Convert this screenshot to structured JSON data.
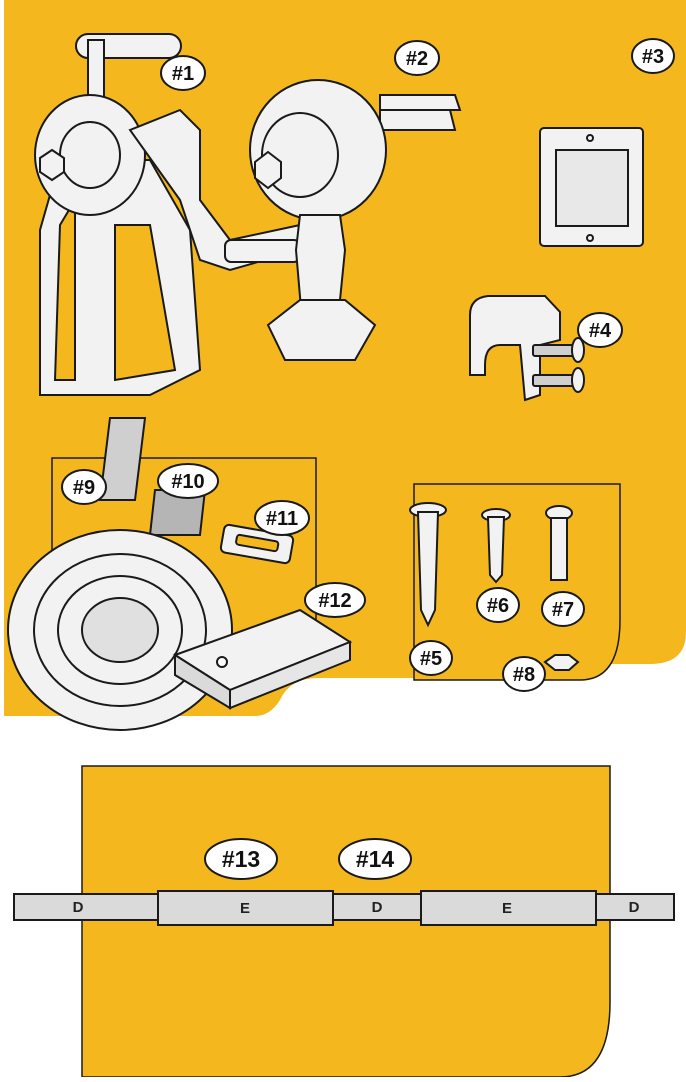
{
  "figure": {
    "colors": {
      "background": "#ffffff",
      "panel": "#f4b81e",
      "outline": "#1a1a1a",
      "part": "#f2f2f2",
      "strip": "#dadada"
    },
    "top_panel": {
      "part_labels": [
        "#1",
        "#2",
        "#3",
        "#4",
        "#5",
        "#6",
        "#7",
        "#8",
        "#9",
        "#10",
        "#11",
        "#12"
      ]
    },
    "bottom_panel": {
      "part_labels": [
        "#13",
        "#14"
      ],
      "strip_segments": [
        "D",
        "E",
        "D",
        "E",
        "D"
      ]
    }
  }
}
